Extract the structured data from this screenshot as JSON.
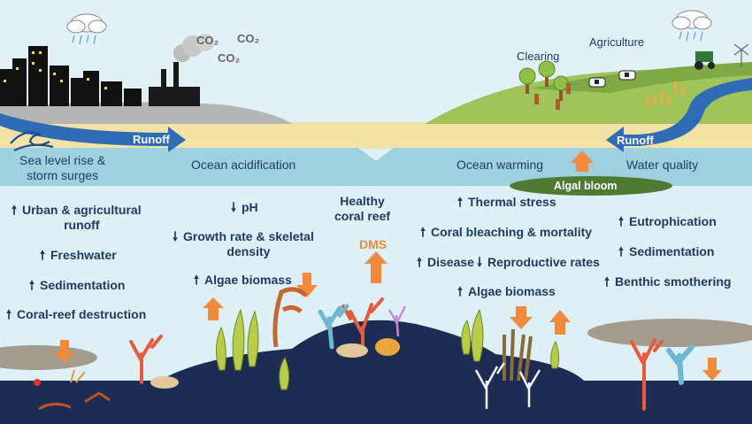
{
  "sections": {
    "sea_level": "Sea level rise &\nstorm surges",
    "acidification": "Ocean acidification",
    "warming": "Ocean warming",
    "water_quality": "Water quality"
  },
  "land_labels": {
    "clearing": "Clearing",
    "agriculture": "Agriculture"
  },
  "emissions": {
    "co2_a": "CO₂",
    "co2_b": "CO₂",
    "co2_c": "CO₂"
  },
  "runoff": {
    "left": "Runoff",
    "right": "Runoff"
  },
  "algal_bloom": "Algal bloom",
  "healthy_reef": "Healthy\ncoral reef",
  "dms": "DMS",
  "col1": [
    {
      "arrow": "up",
      "text": "Urban & agricultural\nrunoff"
    },
    {
      "arrow": "up",
      "text": "Freshwater"
    },
    {
      "arrow": "up",
      "text": "Sedimentation"
    },
    {
      "arrow": "up",
      "text": "Coral-reef destruction"
    }
  ],
  "col2": [
    {
      "arrow": "down",
      "text": "pH"
    },
    {
      "arrow": "down",
      "text": "Growth rate & skeletal\ndensity"
    },
    {
      "arrow": "up",
      "text": "Algae biomass"
    }
  ],
  "col3": [
    {
      "arrow": "up",
      "text": "Thermal stress"
    },
    {
      "arrow": "up",
      "text": "Coral bleaching & mortality"
    },
    {
      "arrow": "up",
      "text": "Disease"
    },
    {
      "arrow": "down",
      "text": "Reproductive rates"
    },
    {
      "arrow": "up",
      "text": "Algae biomass"
    }
  ],
  "col4": [
    {
      "arrow": "up",
      "text": "Eutrophication"
    },
    {
      "arrow": "up",
      "text": "Sedimentation"
    },
    {
      "arrow": "up",
      "text": "Benthic smothering"
    }
  ],
  "colors": {
    "text": "#1f3a5f",
    "sky": "#e2f1f6",
    "water_band": "#9fd0e0",
    "water_deep": "#dcf0f6",
    "sand": "#f2e2a6",
    "seafloor": "#1c2c52",
    "runoff": "#2f6cb5",
    "orange_arrow": "#f08a3c",
    "algal_bloom": "#4f7a32"
  },
  "icons": [
    "cloud-rain-icon",
    "city-skyline-icon",
    "factory-icon",
    "tree-icon",
    "cow-icon",
    "tractor-icon",
    "windmill-icon",
    "wave-icon",
    "coral-icon",
    "seaweed-icon"
  ]
}
